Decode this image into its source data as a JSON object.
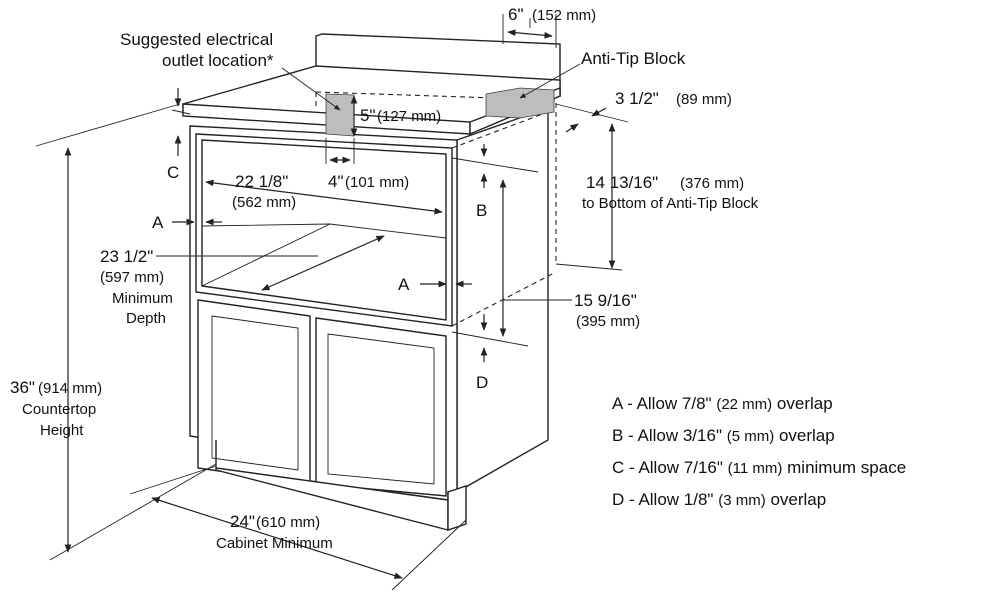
{
  "labels": {
    "outlet_line1": "Suggested electrical",
    "outlet_line2": "outlet location*",
    "anti_tip": "Anti-Tip Block",
    "six_in": "6\"",
    "six_mm": "(152 mm)",
    "three_half_in": "3 1/2\"",
    "three_half_mm": "(89 mm)",
    "five_in": "5\"",
    "five_mm": "(127 mm)",
    "four_in": "4\"",
    "four_mm": "(101 mm)",
    "w22_in": "22 1/8\"",
    "w22_mm": "(562 mm)",
    "d23_in": "23 1/2\"",
    "d23_mm": "(597 mm)",
    "d23_min": "Minimum",
    "d23_depth": "Depth",
    "h14_in": "14 13/16\"",
    "h14_mm": "(376 mm)",
    "h14_note": "to Bottom of Anti-Tip Block",
    "h15_in": "15 9/16\"",
    "h15_mm": "(395 mm)",
    "h36_in": "36\"",
    "h36_mm": "(914 mm)",
    "h36_l2": "Countertop",
    "h36_l3": "Height",
    "w24_in": "24\"",
    "w24_mm": "(610 mm)",
    "w24_l2": "Cabinet Minimum",
    "letter_a": "A",
    "letter_b": "B",
    "letter_c": "C",
    "letter_d": "D"
  },
  "legend": [
    {
      "pre": "A - Allow 7/8\"",
      "mm": "(22 mm)",
      "post": "overlap"
    },
    {
      "pre": "B - Allow 3/16\"",
      "mm": "(5 mm)",
      "post": "overlap"
    },
    {
      "pre": "C - Allow 7/16\"",
      "mm": "(11 mm)",
      "post": "minimum space"
    },
    {
      "pre": "D - Allow 1/8\"",
      "mm": "(3 mm)",
      "post": "overlap"
    }
  ]
}
